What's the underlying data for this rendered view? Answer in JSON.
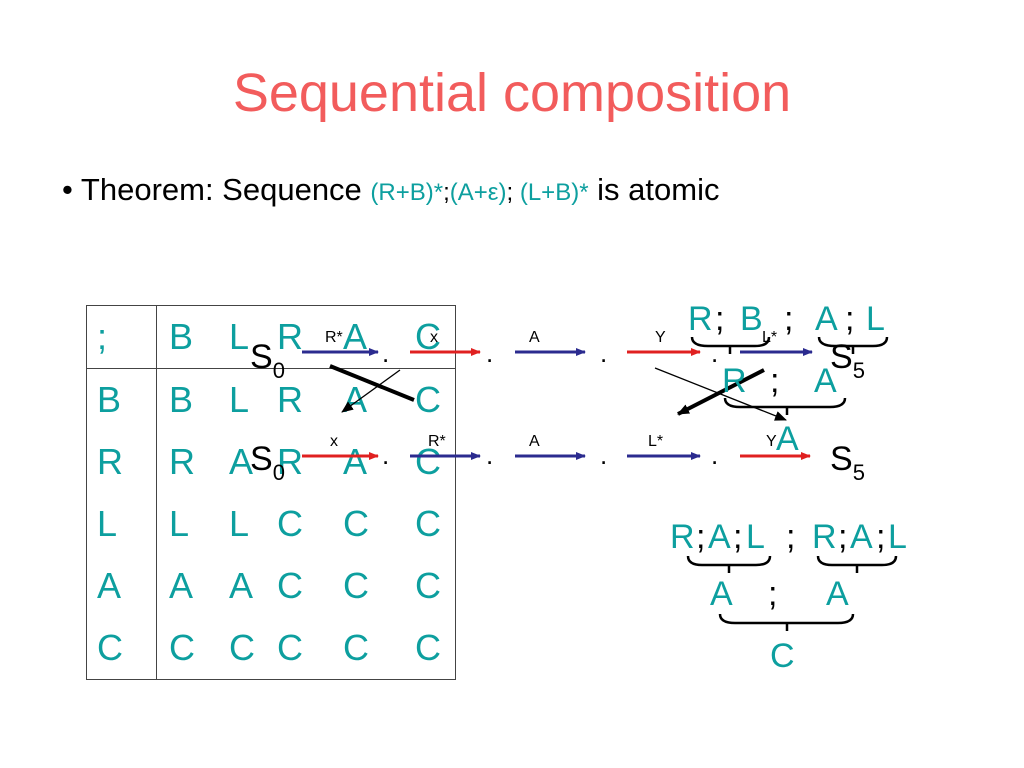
{
  "slide": {
    "title": "Sequential composition",
    "bullet": {
      "prefix": "• Theorem: Sequence ",
      "expr1": "(R+B)*",
      "sep1": ";",
      "expr2": "(A+ε)",
      "sep2": "; ",
      "expr3": "(L+B)*",
      "suffix": " is atomic"
    }
  },
  "table": {
    "header": [
      ";",
      "B",
      "L",
      "R",
      "A",
      "C"
    ],
    "rows": [
      [
        "B",
        "B",
        "L",
        "R",
        "A",
        "C"
      ],
      [
        "R",
        "R",
        "A",
        "R",
        "A",
        "C"
      ],
      [
        "L",
        "L",
        "L",
        "C",
        "C",
        "C"
      ],
      [
        "A",
        "A",
        "A",
        "C",
        "C",
        "C"
      ],
      [
        "C",
        "C",
        "C",
        "C",
        "C",
        "C"
      ]
    ]
  },
  "sequences": {
    "top": {
      "start": "S",
      "start_sub": "0",
      "end": "S",
      "end_sub": "5",
      "labels": [
        "R*",
        "x",
        "A",
        "Y",
        "L*"
      ],
      "dot": "."
    },
    "bottom": {
      "start": "S",
      "start_sub": "0",
      "end": "S",
      "end_sub": "5",
      "labels": [
        "x",
        "R*",
        "A",
        "L*",
        "Y"
      ],
      "dot": "."
    }
  },
  "derivation_top": {
    "line1": [
      "R",
      ";",
      "B",
      ";",
      "A",
      ";",
      "L"
    ],
    "line2": [
      "R",
      ";",
      "A"
    ],
    "result": "A"
  },
  "derivation_bottom": {
    "line1": [
      "R",
      ";",
      "A",
      ";",
      "L",
      ";",
      "R",
      ";",
      "A",
      ";",
      "L"
    ],
    "line2": [
      "A",
      ";",
      "A"
    ],
    "result": "C"
  },
  "colors": {
    "title": "#f25c5c",
    "teal": "#0d9f9f",
    "arrow_red": "#e02020",
    "arrow_blue": "#2b2b8f",
    "text": "#000000"
  }
}
